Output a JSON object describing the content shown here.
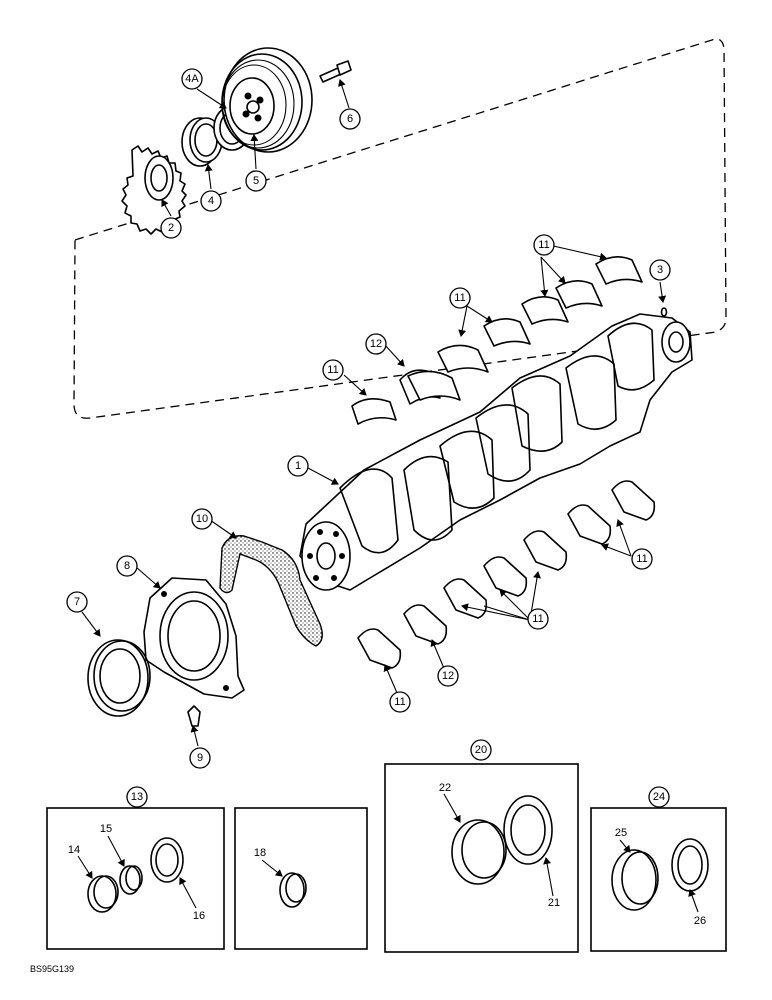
{
  "diagram_code": "BS95G139",
  "callouts": {
    "c1": "1",
    "c2": "2",
    "c3": "3",
    "c4": "4",
    "c4a": "4A",
    "c5": "5",
    "c6": "6",
    "c7": "7",
    "c8": "8",
    "c9": "9",
    "c10": "10",
    "c11a": "11",
    "c11b": "11",
    "c11c": "11",
    "c11d": "11",
    "c11e": "11",
    "c11f": "11",
    "c12a": "12",
    "c12b": "12",
    "c13": "13",
    "c14": "14",
    "c15": "15",
    "c16": "16",
    "c18": "18",
    "c20": "20",
    "c21": "21",
    "c22": "22",
    "c24": "24",
    "c25": "25",
    "c26": "26"
  }
}
